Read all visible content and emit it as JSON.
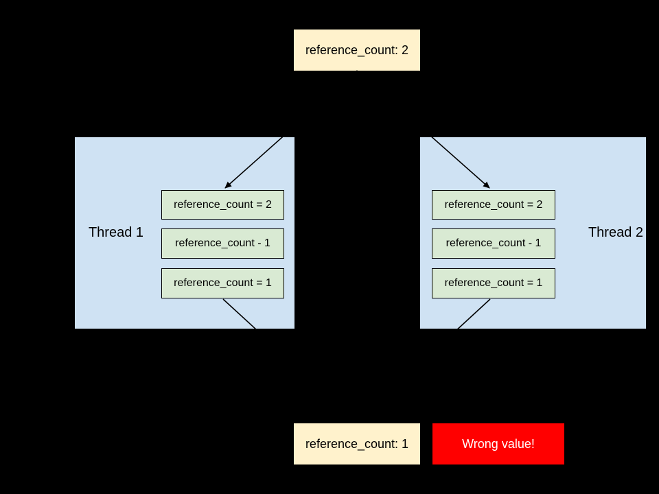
{
  "diagram": {
    "initial_state": {
      "label": "reference_count: 2"
    },
    "threads": [
      {
        "name": "Thread 1",
        "steps": [
          "reference_count = 2",
          "reference_count - 1",
          "reference_count = 1"
        ]
      },
      {
        "name": "Thread 2",
        "steps": [
          "reference_count = 2",
          "reference_count - 1",
          "reference_count = 1"
        ]
      }
    ],
    "final_state": {
      "label": "reference_count: 1"
    },
    "error": {
      "label": "Wrong value!"
    },
    "colors": {
      "background": "#000000",
      "state_box_fill": "#FFF2CC",
      "thread_box_fill": "#CFE2F3",
      "step_box_fill": "#D9EAD3",
      "step_box_border": "#000000",
      "error_box_fill": "#FF0000",
      "error_text": "#FFFFFF",
      "text": "#000000",
      "connector": "#000000"
    }
  }
}
